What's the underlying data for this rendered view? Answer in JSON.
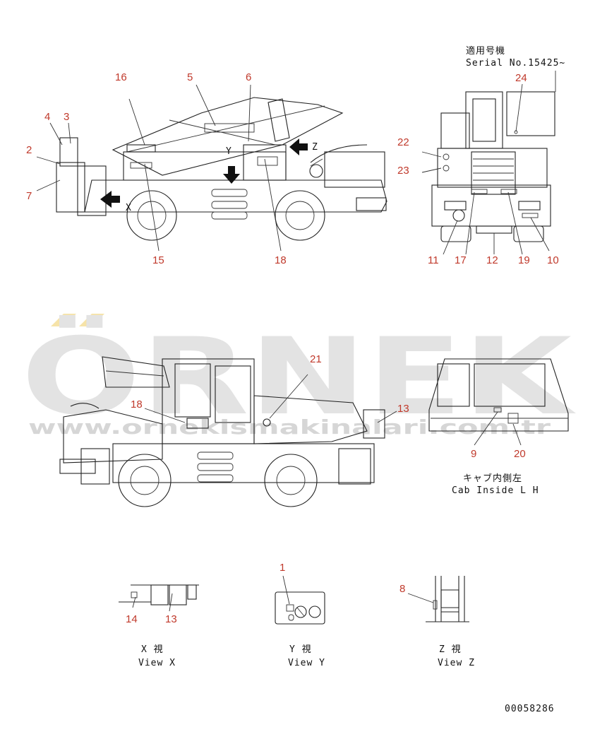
{
  "watermark": {
    "brand": "ÖRNEK",
    "url": "www.ornekismakinalari.com.tr",
    "brand_color": "#e3e3e3",
    "accent_color": "#f6e3a8"
  },
  "serial": {
    "jp": "適用号機",
    "en": "Serial No.15425~"
  },
  "callouts": {
    "c1": "1",
    "c2": "2",
    "c3": "3",
    "c4": "4",
    "c5": "5",
    "c6": "6",
    "c7": "7",
    "c8": "8",
    "c9": "9",
    "c10": "10",
    "c11": "11",
    "c12": "12",
    "c13": "13",
    "c13b": "13",
    "c14": "14",
    "c15": "15",
    "c16": "16",
    "c17": "17",
    "c18": "18",
    "c18b": "18",
    "c19": "19",
    "c20": "20",
    "c21": "21",
    "c22": "22",
    "c23": "23",
    "c24": "24"
  },
  "view_letters": {
    "x": "X",
    "y": "Y",
    "z": "Z"
  },
  "cab_inside": {
    "jp": "キャブ内側左",
    "en": "Cab Inside L H"
  },
  "views": {
    "x_jp": "X 視",
    "x_en": "View X",
    "y_jp": "Y 視",
    "y_en": "View Y",
    "z_jp": "Z 視",
    "z_en": "View Z"
  },
  "doc_number": "00058286",
  "callout_color": "#c0392b"
}
